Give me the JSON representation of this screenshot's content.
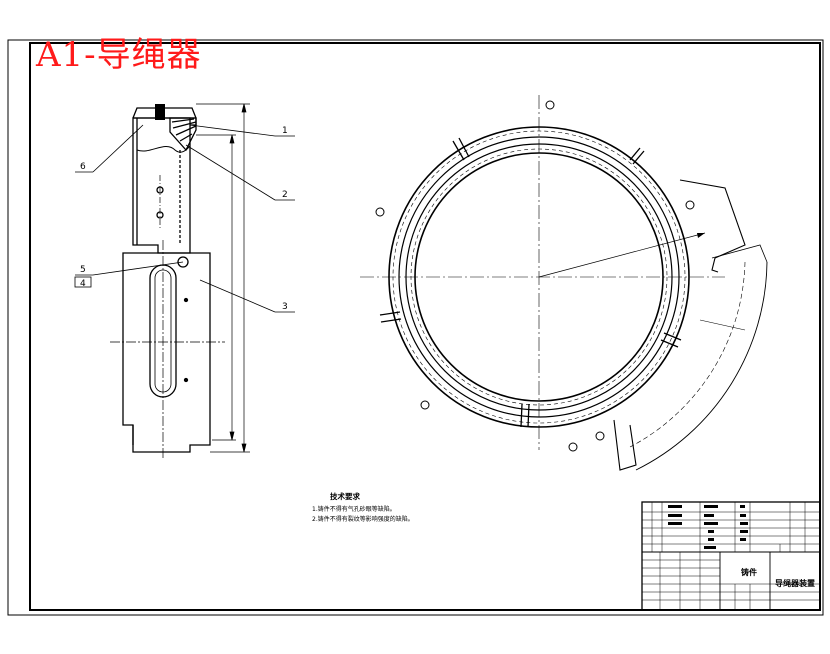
{
  "drawing": {
    "title": "A1-导绳器",
    "balloons": {
      "b1": "1",
      "b2": "2",
      "b3": "3",
      "b4": "4",
      "b5": "5",
      "b6": "6"
    },
    "tech_requirements": {
      "heading": "技术要求",
      "line1": "1.铸件不得有气孔砂眼等缺陷。",
      "line2": "2.铸件不得有裂纹等影响强度的缺陷。"
    },
    "title_block": {
      "part_name": "导绳器装置",
      "material_label": "铸件"
    }
  },
  "colors": {
    "line": "#000000",
    "title": "#ff1a1a",
    "dim_line": "#000000",
    "background": "#ffffff"
  }
}
